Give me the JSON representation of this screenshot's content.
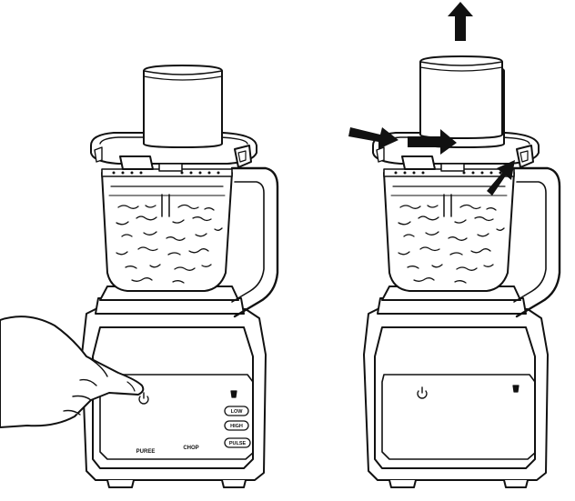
{
  "left_unit": {
    "labels": {
      "puree": "PUREE",
      "chop": "CHOP"
    },
    "buttons": {
      "low": "LOW",
      "high": "HIGH",
      "pulse": "PULSE"
    },
    "icons": [
      "power-icon",
      "cup-icon"
    ]
  },
  "right_unit": {
    "icons": [
      "power-icon",
      "cup-icon"
    ]
  },
  "annotations": {
    "arrows": [
      "up-arrow-icon",
      "right-arrow-icon",
      "right-arrow-icon",
      "diagonal-arrow-icon"
    ]
  },
  "colors": {
    "line": "#111111",
    "fill": "#ffffff"
  }
}
